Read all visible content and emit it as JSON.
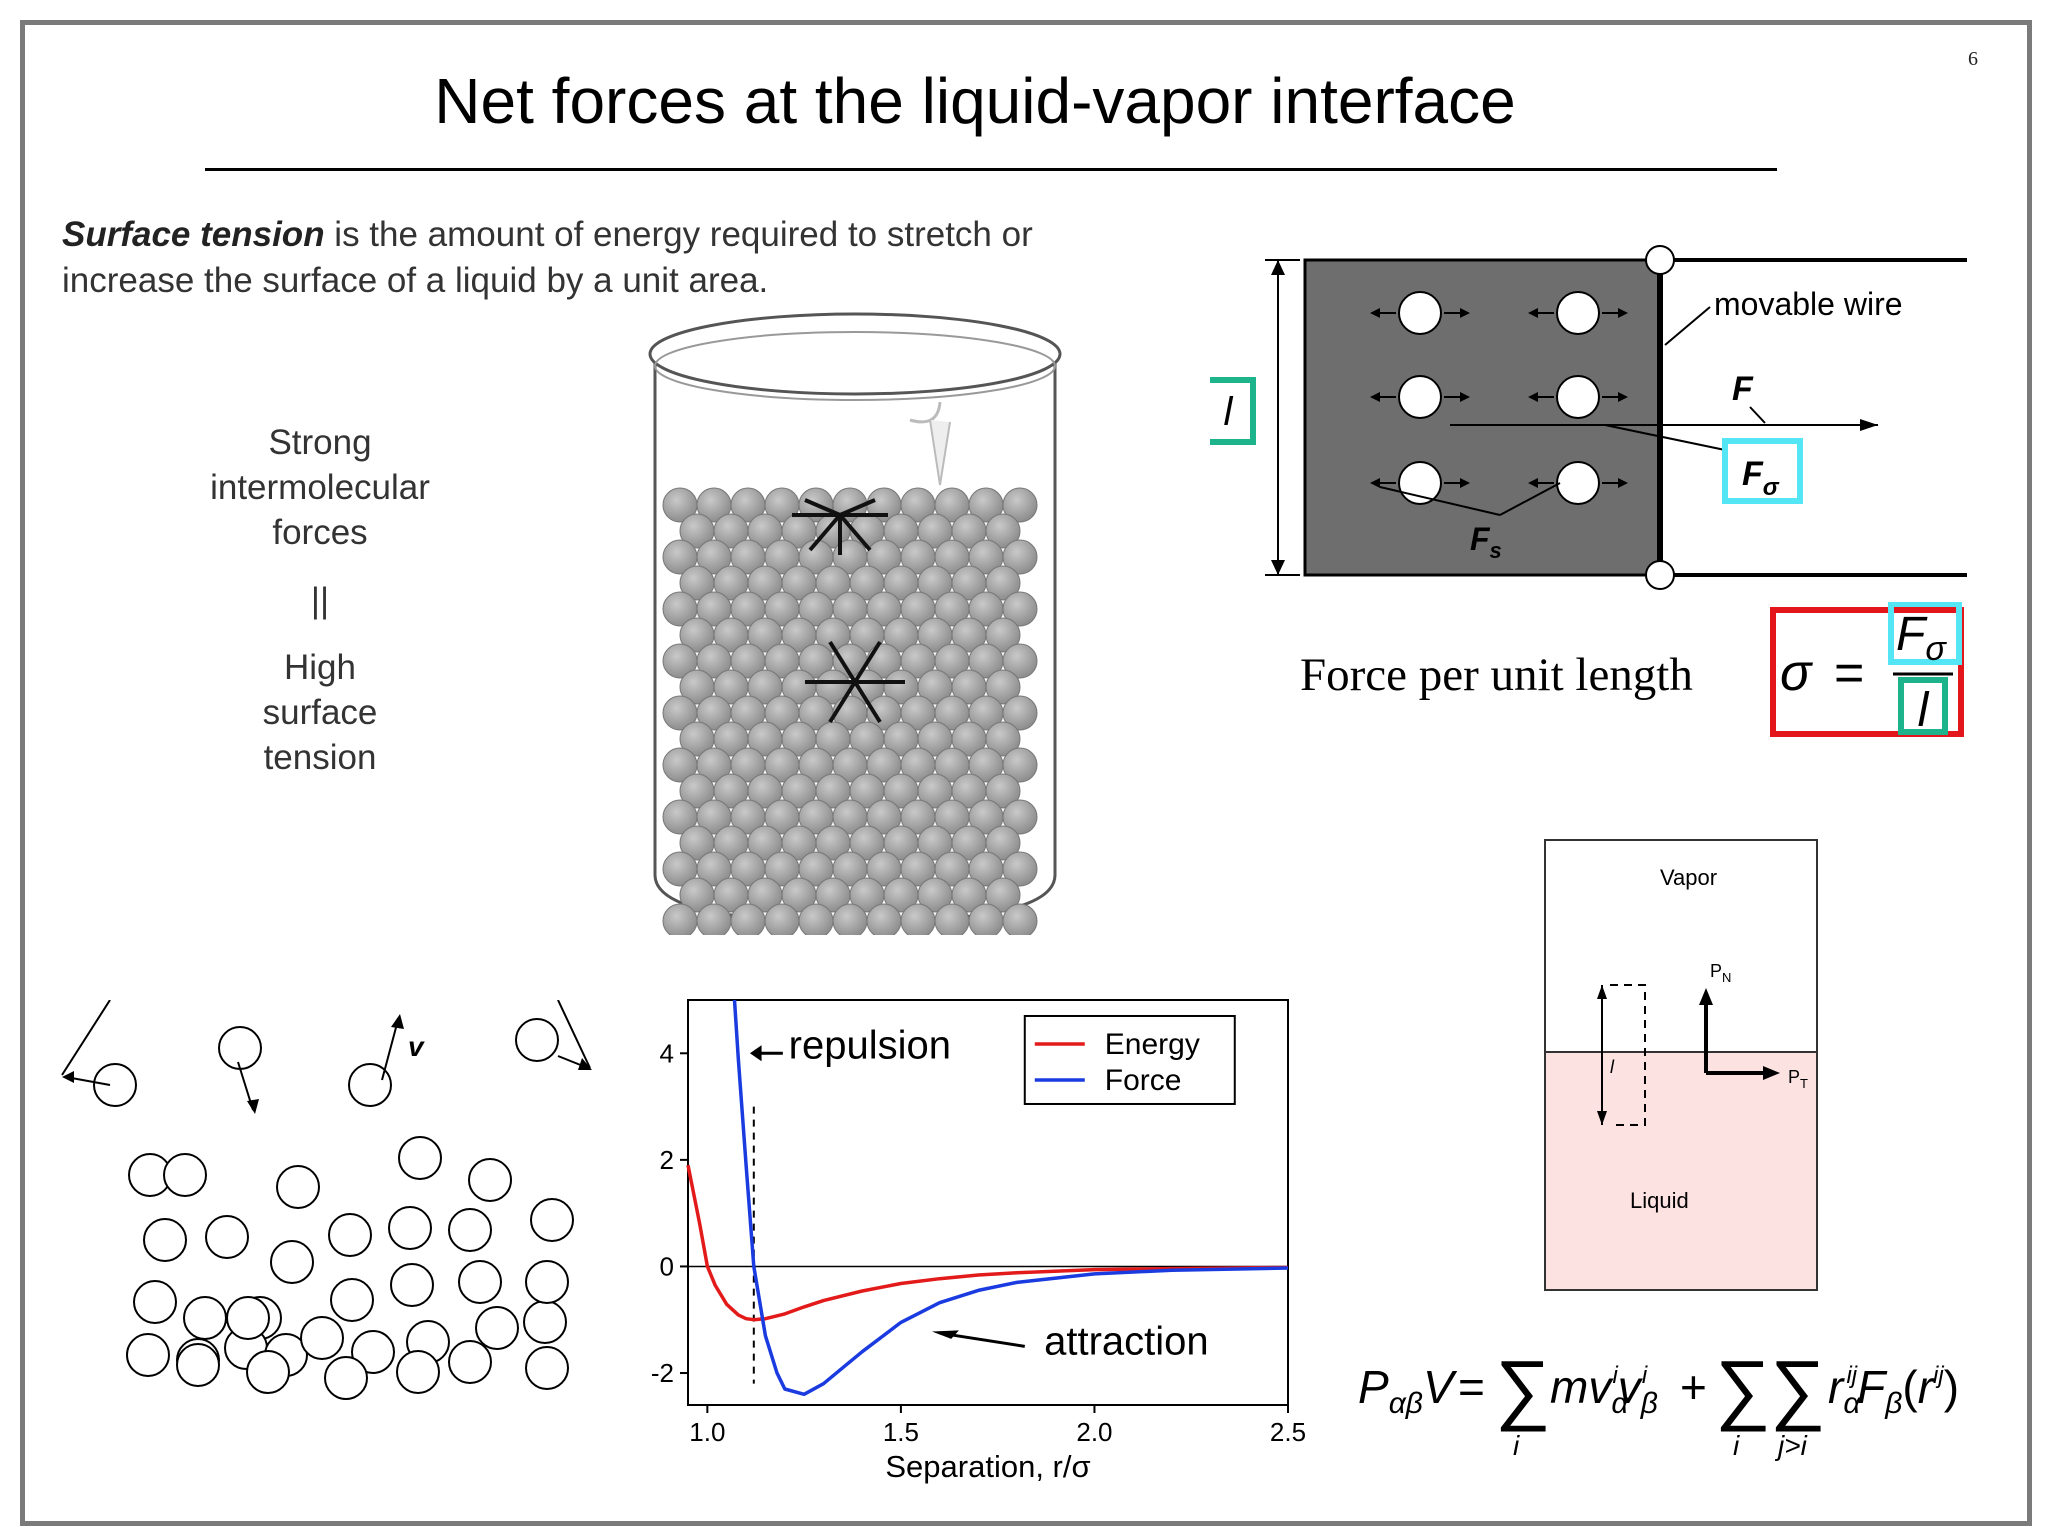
{
  "slide": {
    "page_number": "6",
    "title": "Net forces at the liquid-vapor interface",
    "definition_bold": "Surface tension",
    "definition_rest": " is the amount of energy required to stretch or increase the surface of a liquid by a unit area.",
    "side_caption": {
      "line1": "Strong",
      "line2": "intermolecular",
      "line3": "forces",
      "line4": "||",
      "line5": "High",
      "line6": "surface",
      "line7": "tension"
    }
  },
  "wire_diagram": {
    "movable_wire_label": "movable wire",
    "F_label": "F",
    "F_sigma_label": "F",
    "F_sigma_sub": "σ",
    "F_s_label": "F",
    "F_s_sub": "s",
    "length_label": "l",
    "colors": {
      "film": "#6e6e6e",
      "green_box": "#1db48c",
      "cyan_box": "#55e6f5",
      "red_box": "#e3161c"
    }
  },
  "formula": {
    "label": "Force per unit length",
    "sigma": "σ",
    "equals": "=",
    "numerator": "F",
    "numerator_sub": "σ",
    "denominator": "l"
  },
  "interface_diagram": {
    "vapor_label": "Vapor",
    "liquid_label": "Liquid",
    "pn_label": "P",
    "pn_sub": "N",
    "pt_label": "P",
    "pt_sub": "T",
    "l_label": "l",
    "liquid_color": "#fde2e2"
  },
  "molecules_diagram": {
    "v_label": "v"
  },
  "chart_data": {
    "type": "line",
    "xlabel": "Separation, r/σ",
    "ylabel": "",
    "xlim": [
      0.95,
      2.5
    ],
    "ylim": [
      -2.6,
      5.0
    ],
    "xticks": [
      "1.0",
      "1.5",
      "2.0",
      "2.5"
    ],
    "yticks": [
      "-2",
      "0",
      "2",
      "4"
    ],
    "grid": false,
    "legend": "top-right",
    "series": [
      {
        "name": "Energy",
        "color": "#e31a1a",
        "x": [
          0.95,
          0.98,
          1.0,
          1.02,
          1.05,
          1.08,
          1.1,
          1.12,
          1.15,
          1.2,
          1.25,
          1.3,
          1.4,
          1.5,
          1.6,
          1.7,
          1.8,
          2.0,
          2.2,
          2.5
        ],
        "y": [
          1.9,
          0.81,
          0.0,
          -0.35,
          -0.71,
          -0.91,
          -0.98,
          -1.0,
          -0.98,
          -0.89,
          -0.76,
          -0.64,
          -0.46,
          -0.32,
          -0.23,
          -0.16,
          -0.12,
          -0.06,
          -0.04,
          -0.02
        ]
      },
      {
        "name": "Force",
        "color": "#1a3be0",
        "x": [
          1.07,
          1.08,
          1.1,
          1.12,
          1.15,
          1.18,
          1.2,
          1.25,
          1.3,
          1.35,
          1.4,
          1.5,
          1.6,
          1.7,
          1.8,
          2.0,
          2.2,
          2.5
        ],
        "y": [
          5.0,
          3.9,
          1.9,
          0.0,
          -1.3,
          -2.0,
          -2.3,
          -2.4,
          -2.2,
          -1.9,
          -1.6,
          -1.05,
          -0.68,
          -0.45,
          -0.3,
          -0.14,
          -0.07,
          -0.03
        ]
      }
    ],
    "annotations": [
      "repulsion",
      "attraction"
    ]
  },
  "equation": {
    "lhs": "PαβV =",
    "term1": "mv",
    "term2": "F",
    "sum_index_1": "i",
    "sum_index_2": "i",
    "sum_index_3": "j>i"
  }
}
